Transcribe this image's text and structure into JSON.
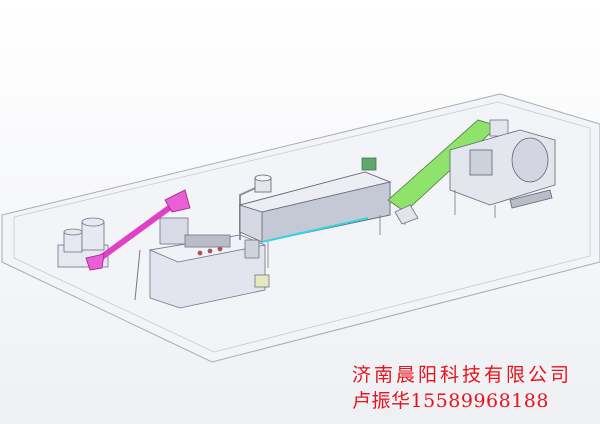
{
  "caption": {
    "company": "济南晨阳科技有限公司",
    "contact_name": "卢振华",
    "phone": "15589968188"
  },
  "colors": {
    "caption": "#e8141c",
    "conveyor": "#8fe36a",
    "auger": "#e040c8",
    "dryer_edge": "#35d4e0"
  }
}
